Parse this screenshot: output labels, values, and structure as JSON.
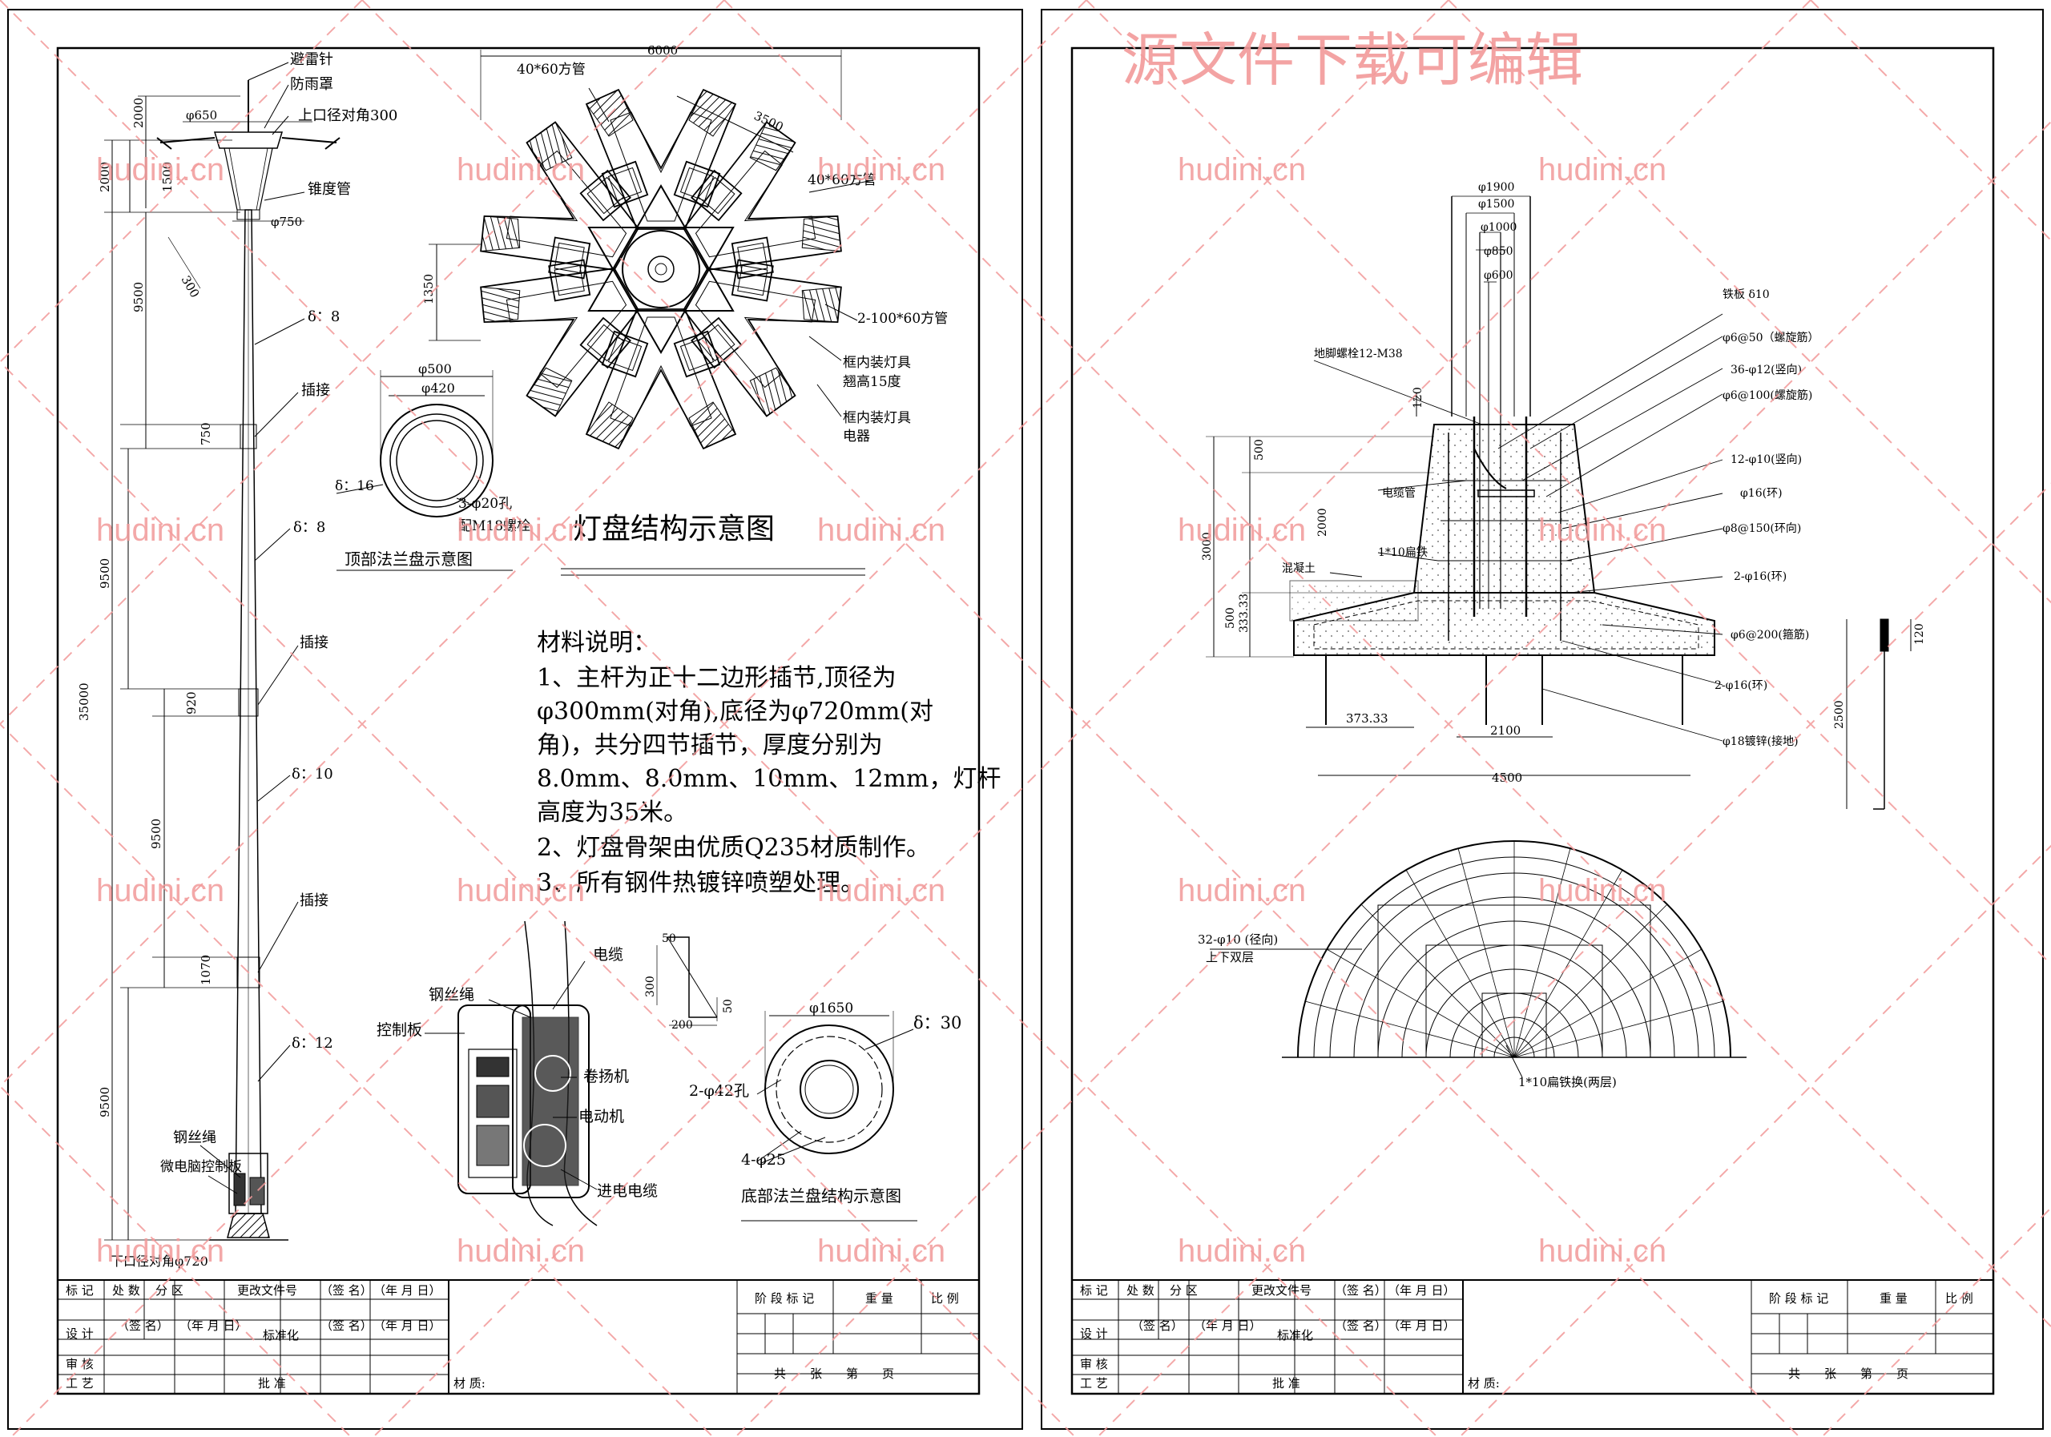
{
  "watermark": {
    "banner": "源文件下载可编辑",
    "site": "hudini.cn",
    "color": "#f29a9a"
  },
  "pole": {
    "labels": {
      "lightning_rod": "避雷针",
      "rain_cover": "防雨罩",
      "top_diag": "上口径对角300",
      "taper_tube": "锥度管",
      "d1": "δ：8",
      "insert1": "插接",
      "d2": "δ：8",
      "insert2": "插接",
      "d3": "δ：10",
      "insert3": "插接",
      "d4": "δ：12",
      "wire_rope": "钢丝绳",
      "micro_ctrl": "微电脑控制板",
      "bottom_diag": "下口径对角φ720"
    },
    "dims": {
      "top2000": "2000",
      "sec2000": "2000",
      "sec1500": "1500",
      "sec9500a": "9500",
      "overlap750": "750",
      "sec9500b": "9500",
      "overlap920": "920",
      "total35000": "35000",
      "sec9500c": "9500",
      "overlap1070": "1070",
      "sec9500d": "9500",
      "phi650": "φ650",
      "phi750": "φ750",
      "len300": "300"
    }
  },
  "lamp_disk": {
    "title": "灯盘结构示意图",
    "dim6000": "6000",
    "dim3500": "3500",
    "dim1350": "1350",
    "tube_top": "40*60方管",
    "tube_right": "40*60方管",
    "tube_2": "2-100*60方管",
    "lamp_frame1": "框内装灯具",
    "lamp_frame1b": "翘高15度",
    "lamp_frame2": "框内装灯具",
    "lamp_frame2b": "电器"
  },
  "top_flange": {
    "title": "顶部法兰盘示意图",
    "phi500": "φ500",
    "phi420": "φ420",
    "delta": "δ：16",
    "holes": "3-φ20孔",
    "bolts": "配M18螺栓"
  },
  "materials": {
    "heading": "材料说明：",
    "lines": [
      "1、主杆为正十二边形插节,顶径为",
      "φ300mm(对角),底径为φ720mm(对",
      "角)，共分四节插节，厚度分别为",
      "8.0mm、8.0mm、10mm、12mm，灯杆",
      "高度为35米。",
      "2、灯盘骨架由优质Q235材质制作。",
      "3、所有钢件热镀锌喷塑处理。"
    ]
  },
  "winch": {
    "cable": "电缆",
    "steel_rope": "钢丝绳",
    "control_board": "控制板",
    "winch": "卷扬机",
    "motor": "电动机",
    "incoming": "进电电缆",
    "d50": "50",
    "d300": "300",
    "d200": "200",
    "d50b": "50"
  },
  "bottom_flange": {
    "title": "底部法兰盘结构示意图",
    "phi1650": "φ1650",
    "delta": "δ：30",
    "holes": "2-φ42孔",
    "phi25": "4-φ25"
  },
  "foundation": {
    "phi1900": "φ1900",
    "phi1500": "φ1500",
    "phi1000": "φ1000",
    "phi850": "φ850",
    "phi600": "φ600",
    "plate": "铁板 δ10",
    "anchor": "地脚螺栓12-M38",
    "spiral": "φ6@50（螺旋筋）",
    "vert36": "36-φ12(竖向)",
    "spiral100": "φ6@100(螺旋筋)",
    "vert12": "12-φ10(竖向)",
    "ring16": "φ16(环)",
    "ring8": "φ8@150(环向)",
    "ring2": "2-φ16(环)",
    "lateral": "φ6@200(箍筋)",
    "ring2b": "2-φ16(环)",
    "ground": "φ18镀锌(接地)",
    "conduit": "电缆管",
    "flatsteel": "1*10扁铁",
    "concrete": "混凝土",
    "d120": "120",
    "d500": "500",
    "d2000": "2000",
    "d3000": "3000",
    "d500b": "500",
    "d333": "333.33",
    "d37333": "373.33",
    "d2100": "2100",
    "d4500": "4500",
    "side120": "120",
    "side2500": "2500"
  },
  "rebar_plan": {
    "radial": "32-φ10 (径向)",
    "layers": "上下双层",
    "flat": "1*10扁铁换(两层)"
  },
  "title_block": {
    "mark": "标 记",
    "count": "处 数",
    "zone": "分 区",
    "doc": "更改文件号",
    "sign": "（签 名）",
    "date": "（年 月 日）",
    "design": "设 计",
    "standard": "标准化",
    "review": "审 核",
    "process": "工 艺",
    "approve": "批 准",
    "material": "材 质:",
    "stage": "阶 段 标 记",
    "weight": "重 量",
    "scale": "比 例",
    "sheets": "共　　张　　第　　页"
  }
}
